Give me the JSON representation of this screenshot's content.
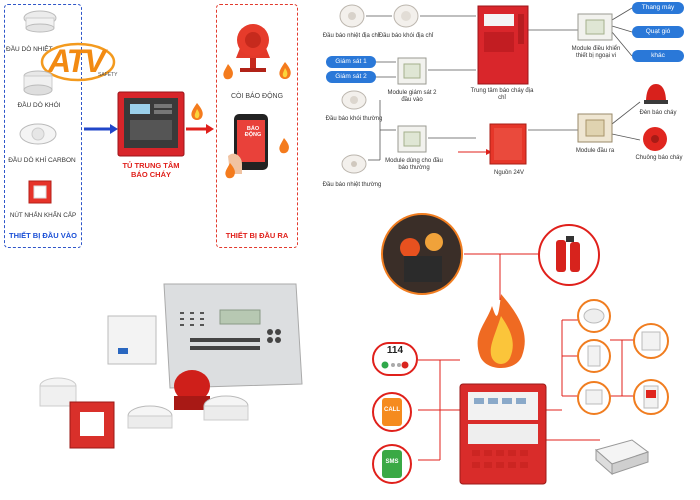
{
  "panel_tl": {
    "brand": "ATV",
    "brand_sub": "SAFETY",
    "inputs": [
      "ĐẦU DÒ NHIỆT",
      "ĐẦU DÒ KHÓI",
      "ĐẦU DÒ KHÍ CARBON",
      "NÚT NHẤN KHẨN CẤP"
    ],
    "inputs_title": "THIẾT BỊ ĐẦU VÀO",
    "center_label_1": "TỦ TRUNG TÂM",
    "center_label_2": "BÁO CHÁY",
    "siren_label": "CÒI BÁO ĐỘNG",
    "phone_text": "BÁO ĐỘNG",
    "outputs_title": "THIẾT BỊ ĐẦU RA"
  },
  "panel_tr": {
    "heat_addr": "Đầu báo nhiệt địa chỉ",
    "smoke_addr": "Đầu báo khói địa chỉ",
    "monitor_1": "Giám sát 1",
    "monitor_2": "Giám sát 2",
    "module_monitor": "Module giám sát 2 đầu vào",
    "smoke_conv": "Đầu báo khói thường",
    "heat_conv": "Đầu báo nhiệt thường",
    "module_conv": "Module dùng cho đầu báo thường",
    "cabinet": "Trung tâm báo cháy địa chỉ",
    "power": "Nguồn 24V",
    "module_control": "Module điều khiển thiết bị ngoại vi",
    "module_output": "Module đầu ra",
    "out_1": "Thang máy",
    "out_2": "Quạt gió",
    "out_3": "khác",
    "lamp": "Đèn báo cháy",
    "bell": "Chuông báo cháy"
  },
  "panel_br": {
    "call_114": "114",
    "call": "CALL",
    "sms": "SMS"
  },
  "colors": {
    "red": "#e0201b",
    "blue": "#1a4fd6",
    "pill_blue": "#2a78d8",
    "panel_grey": "#d4d6d8"
  }
}
